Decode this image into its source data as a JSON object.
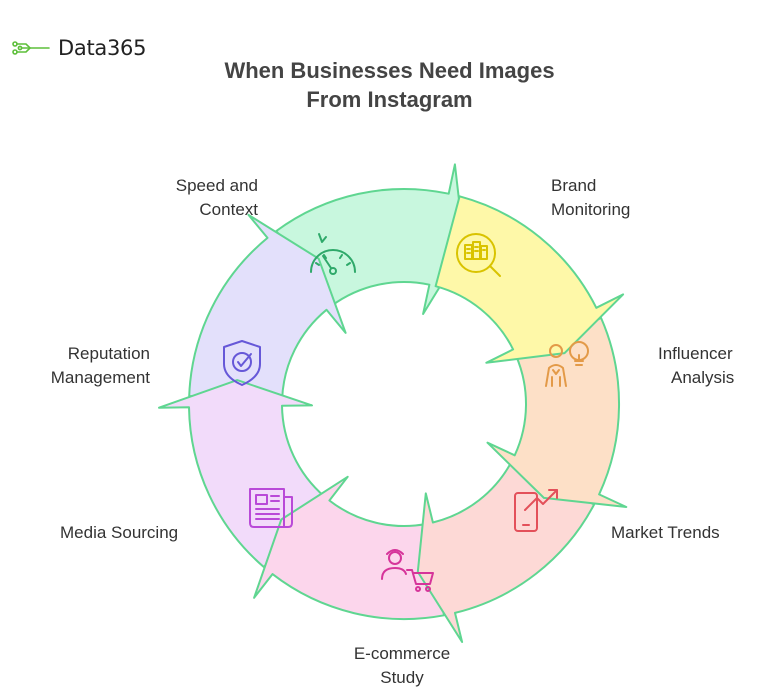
{
  "brand": {
    "name": "Data365",
    "accent": "#5DBF3A"
  },
  "title": {
    "line1": "When Businesses Need Images",
    "line2": "From Instagram"
  },
  "steps": [
    {
      "line1": "Brand",
      "line2": "Monitoring",
      "icon": "document-search-icon",
      "fill": "#FEF8A8",
      "stroke": "#D9C300"
    },
    {
      "line1": "Influencer",
      "line2": "Analysis",
      "icon": "person-lightbulb-icon",
      "fill": "#FDE0C7",
      "stroke": "#E39A48"
    },
    {
      "line1": "Market Trends",
      "line2": "",
      "icon": "mobile-trend-icon",
      "fill": "#FDD9D6",
      "stroke": "#E3505A"
    },
    {
      "line1": "E-commerce",
      "line2": "Study",
      "icon": "shopper-cart-icon",
      "fill": "#FCD6EC",
      "stroke": "#D6349A"
    },
    {
      "line1": "Media Sourcing",
      "line2": "",
      "icon": "newspaper-icon",
      "fill": "#F2DBFA",
      "stroke": "#B94AD8"
    },
    {
      "line1": "Reputation",
      "line2": "Management",
      "icon": "shield-check-icon",
      "fill": "#E3E0FB",
      "stroke": "#6658D8"
    },
    {
      "line1": "Speed and",
      "line2": "Context",
      "icon": "speedometer-icon",
      "fill": "#C8F7DE",
      "stroke": "#2FA96A"
    }
  ],
  "outline_color": "#5FD691"
}
